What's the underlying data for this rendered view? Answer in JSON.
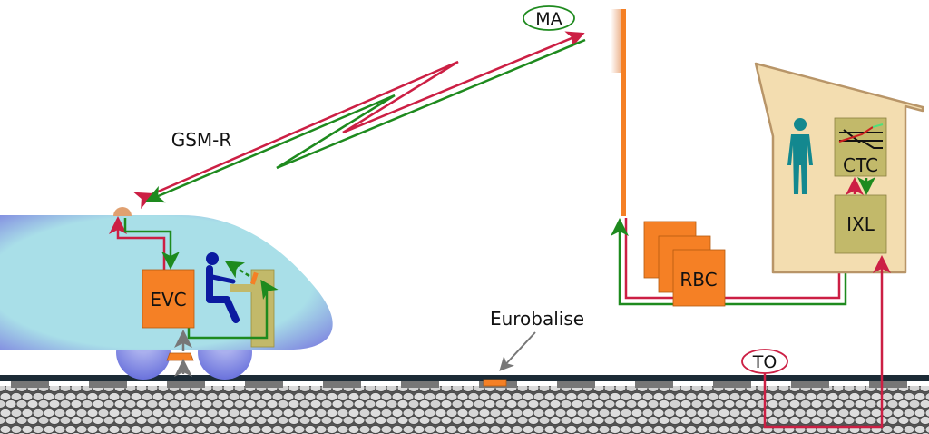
{
  "labels": {
    "evc": "EVC",
    "rbc": "RBC",
    "ctc": "CTC",
    "ixl": "IXL",
    "ma": "MA",
    "to": "TO",
    "gsmr": "GSM-R",
    "eurobalise": "Eurobalise"
  },
  "colors": {
    "orange": "#f58025",
    "red": "#cc1f44",
    "green": "#1e8a1e",
    "olive": "#c2b96a",
    "teal": "#13888f",
    "driver": "#0b1ba0",
    "train": "#a9dfe8",
    "building": "#f3ddb0"
  }
}
